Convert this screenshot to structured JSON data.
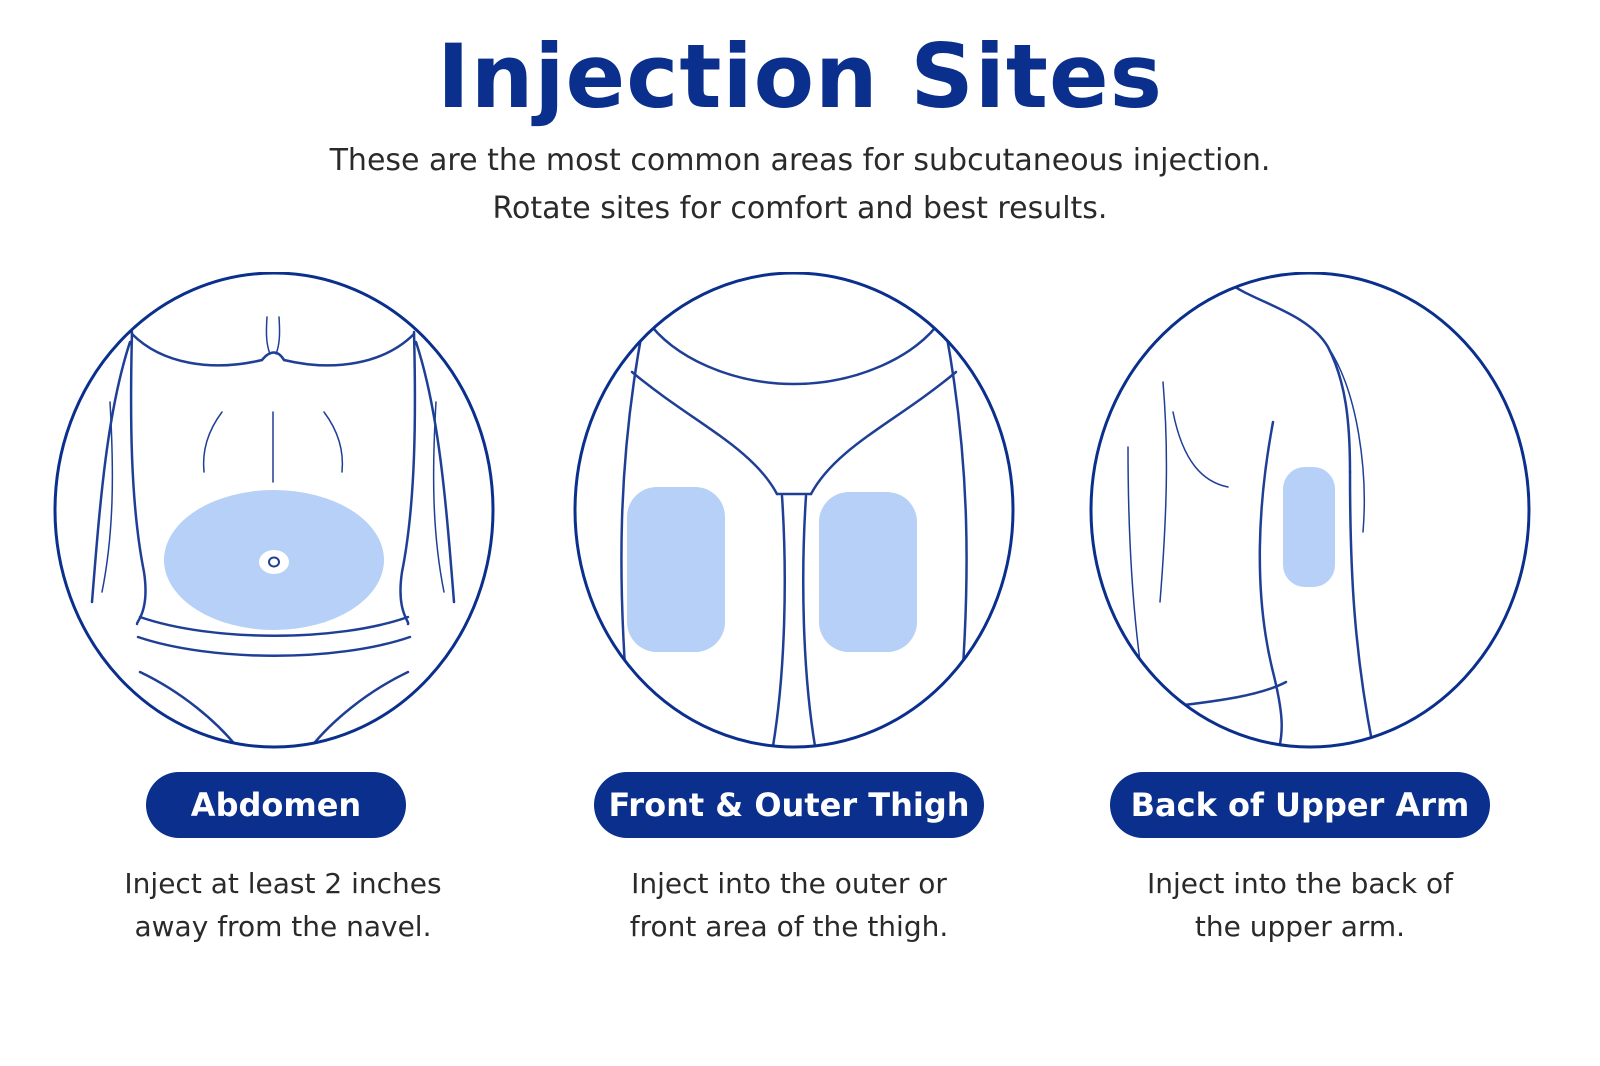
{
  "header": {
    "title": "Injection Sites",
    "subtitle_line1": "These are the most common areas for subcutaneous injection.",
    "subtitle_line2": "Rotate sites for comfort and best results."
  },
  "sites": [
    {
      "label": "Abdomen",
      "desc_line1": "Inject at least 2 inches",
      "desc_line2": "away from the navel.",
      "icon": "abdomen-icon"
    },
    {
      "label": "Front & Outer Thigh",
      "desc_line1": "Inject into the outer or",
      "desc_line2": "front area of the thigh.",
      "icon": "thigh-icon"
    },
    {
      "label": "Back of Upper Arm",
      "desc_line1": "Inject into the back of",
      "desc_line2": "the upper arm.",
      "icon": "upper-arm-icon"
    }
  ],
  "colors": {
    "primary": "#0a2f8c",
    "outline": "#1f3f96",
    "highlight": "#b6d0f7",
    "text": "#2a2a2a"
  }
}
